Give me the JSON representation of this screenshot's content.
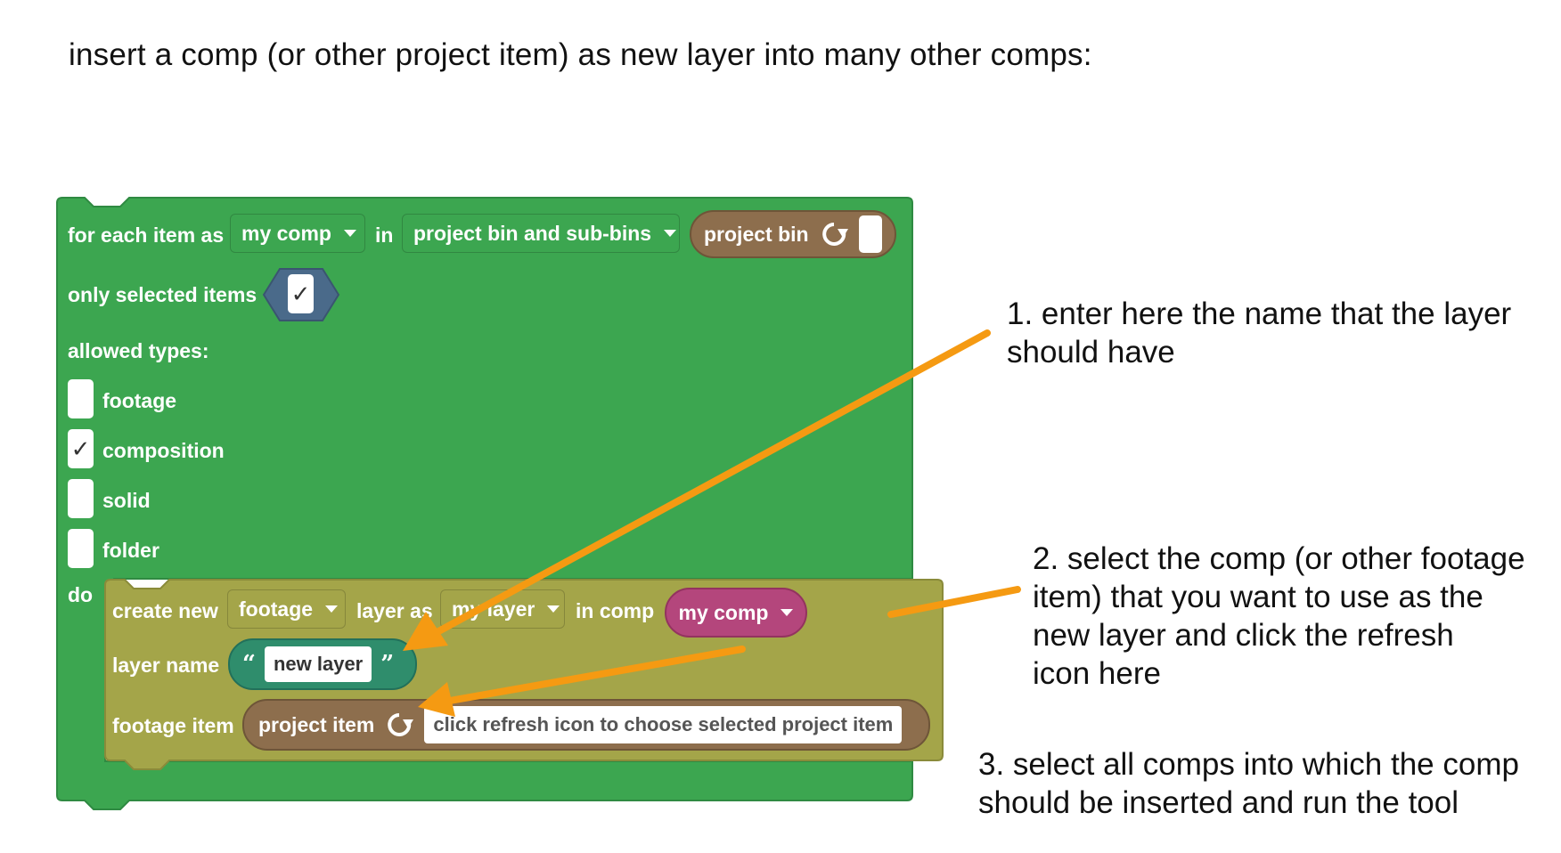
{
  "heading": "insert a comp (or other project item) as new layer into many other comps:",
  "notes": {
    "step1": [
      "1. enter here the name that the layer",
      "should have"
    ],
    "step2": [
      "2. select the comp (or other footage",
      "item) that you want to use as the",
      "new layer and click the refresh",
      "icon here"
    ],
    "step3": [
      "3. select all comps into which the comp",
      "should be inserted and run the tool"
    ]
  },
  "loop_block": {
    "prefix": "for each item as",
    "variable": "my comp",
    "in_label": "in",
    "scope": "project bin and sub-bins",
    "bin_pill": "project bin",
    "only_selected_label": "only selected items",
    "only_selected_checked": "✓",
    "allowed_types_label": "allowed types:",
    "types": [
      {
        "label": "footage",
        "mark": ""
      },
      {
        "label": "composition",
        "mark": "✓"
      },
      {
        "label": "solid",
        "mark": ""
      },
      {
        "label": "folder",
        "mark": ""
      }
    ],
    "do_label": "do"
  },
  "create_block": {
    "create_new": "create new",
    "layer_type": "footage",
    "layer_as": "layer as",
    "layer_var": "my layer",
    "in_comp": "in comp",
    "comp_var": "my comp",
    "layer_name_label": "layer name",
    "open_quote": "“",
    "layer_name_value": "new layer",
    "close_quote": "”",
    "footage_item_label": "footage item",
    "project_item": "project item",
    "project_item_hint": "click refresh icon to choose selected project item"
  },
  "colors": {
    "loop_green": "#3ca650",
    "create_olive": "#a4a549",
    "arrow_orange": "#f59a12",
    "brown": "#8d6e4d",
    "pink": "#b4467c",
    "teal": "#2f8d6c",
    "hex_blue": "#4a6a8a"
  },
  "icons": {
    "refresh": "refresh-icon",
    "dropdown": "chevron-down-icon",
    "check": "check-icon"
  }
}
